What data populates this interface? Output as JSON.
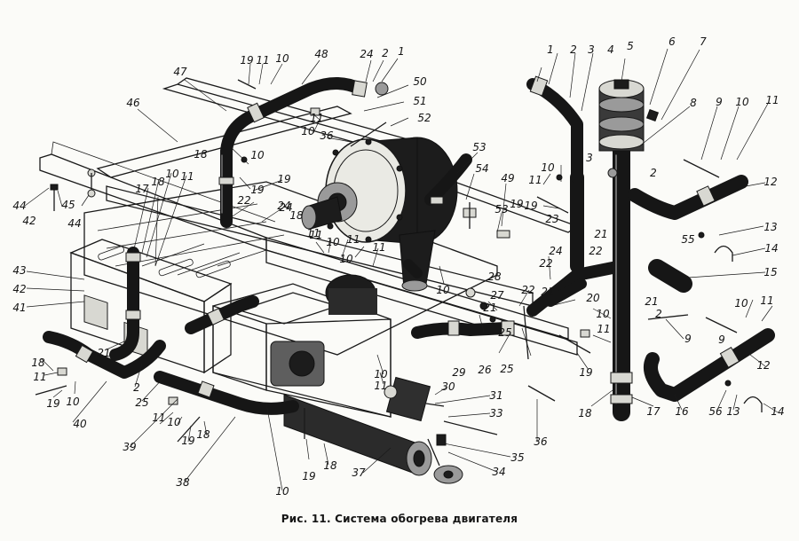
{
  "figure": {
    "caption": "Рис. 11. Система обогрева двигателя"
  },
  "callouts": [
    {
      "id": "c-1-a",
      "text": "1"
    },
    {
      "id": "c-2-a",
      "text": "2"
    },
    {
      "id": "c-24-a",
      "text": "24"
    },
    {
      "id": "c-48",
      "text": "48"
    },
    {
      "id": "c-19-a",
      "text": "19"
    },
    {
      "id": "c-11-a",
      "text": "11"
    },
    {
      "id": "c-10-a",
      "text": "10"
    },
    {
      "id": "c-47",
      "text": "47"
    },
    {
      "id": "c-50",
      "text": "50"
    },
    {
      "id": "c-51",
      "text": "51"
    },
    {
      "id": "c-52",
      "text": "52"
    },
    {
      "id": "c-46",
      "text": "46"
    },
    {
      "id": "c-11-b",
      "text": "11"
    },
    {
      "id": "c-10-b",
      "text": "10"
    },
    {
      "id": "c-36-a",
      "text": "36"
    },
    {
      "id": "c-53-a",
      "text": "53"
    },
    {
      "id": "c-54",
      "text": "54"
    },
    {
      "id": "c-49",
      "text": "49"
    },
    {
      "id": "c-53-b",
      "text": "53"
    },
    {
      "id": "c-18-a",
      "text": "18"
    },
    {
      "id": "c-10-c",
      "text": "10"
    },
    {
      "id": "c-19-b",
      "text": "19"
    },
    {
      "id": "c-17-a",
      "text": "17"
    },
    {
      "id": "c-18-b",
      "text": "18"
    },
    {
      "id": "c-10-d",
      "text": "10"
    },
    {
      "id": "c-11-c",
      "text": "11"
    },
    {
      "id": "c-19-c",
      "text": "19"
    },
    {
      "id": "c-22-a",
      "text": "22"
    },
    {
      "id": "c-24-b",
      "text": "24"
    },
    {
      "id": "c-18-c",
      "text": "18"
    },
    {
      "id": "c-11-d",
      "text": "11"
    },
    {
      "id": "c-10-e",
      "text": "10"
    },
    {
      "id": "c-1-b",
      "text": "1"
    },
    {
      "id": "c-2-b",
      "text": "2"
    },
    {
      "id": "c-3-a",
      "text": "3"
    },
    {
      "id": "c-4",
      "text": "4"
    },
    {
      "id": "c-5",
      "text": "5"
    },
    {
      "id": "c-6",
      "text": "6"
    },
    {
      "id": "c-7",
      "text": "7"
    },
    {
      "id": "c-8",
      "text": "8"
    },
    {
      "id": "c-9-a",
      "text": "9"
    },
    {
      "id": "c-10-f",
      "text": "10"
    },
    {
      "id": "c-11-e",
      "text": "11"
    },
    {
      "id": "c-12-a",
      "text": "12"
    },
    {
      "id": "c-3-b",
      "text": "3"
    },
    {
      "id": "c-2-c",
      "text": "2"
    },
    {
      "id": "c-11-f",
      "text": "11"
    },
    {
      "id": "c-10-g",
      "text": "10"
    },
    {
      "id": "c-19-d",
      "text": "19"
    },
    {
      "id": "c-23",
      "text": "23"
    },
    {
      "id": "c-21-a",
      "text": "21"
    },
    {
      "id": "c-22-b",
      "text": "22"
    },
    {
      "id": "c-55",
      "text": "55"
    },
    {
      "id": "c-13-a",
      "text": "13"
    },
    {
      "id": "c-14-a",
      "text": "14"
    },
    {
      "id": "c-15",
      "text": "15"
    },
    {
      "id": "c-44-a",
      "text": "44"
    },
    {
      "id": "c-45",
      "text": "45"
    },
    {
      "id": "c-42-a",
      "text": "42"
    },
    {
      "id": "c-44-b",
      "text": "44"
    },
    {
      "id": "c-43",
      "text": "43"
    },
    {
      "id": "c-42-b",
      "text": "42"
    },
    {
      "id": "c-41",
      "text": "41"
    },
    {
      "id": "c-11-g",
      "text": "11"
    },
    {
      "id": "c-10-h",
      "text": "10"
    },
    {
      "id": "c-28",
      "text": "28"
    },
    {
      "id": "c-27",
      "text": "27"
    },
    {
      "id": "c-21-b",
      "text": "21"
    },
    {
      "id": "c-22-c",
      "text": "22"
    },
    {
      "id": "c-24-c",
      "text": "24"
    },
    {
      "id": "c-20",
      "text": "20"
    },
    {
      "id": "c-10-i",
      "text": "10"
    },
    {
      "id": "c-11-h",
      "text": "11"
    },
    {
      "id": "c-9-b",
      "text": "9"
    },
    {
      "id": "c-10-j",
      "text": "10"
    },
    {
      "id": "c-11-i",
      "text": "11"
    },
    {
      "id": "c-12-b",
      "text": "12"
    },
    {
      "id": "c-21-c",
      "text": "21"
    },
    {
      "id": "c-2-d",
      "text": "2"
    },
    {
      "id": "c-25-a",
      "text": "25"
    },
    {
      "id": "c-26",
      "text": "26"
    },
    {
      "id": "c-25-b",
      "text": "25"
    },
    {
      "id": "c-29",
      "text": "29"
    },
    {
      "id": "c-10-k",
      "text": "10"
    },
    {
      "id": "c-11-j",
      "text": "11"
    },
    {
      "id": "c-19-e",
      "text": "19"
    },
    {
      "id": "c-18-d",
      "text": "18"
    },
    {
      "id": "c-17-b",
      "text": "17"
    },
    {
      "id": "c-16",
      "text": "16"
    },
    {
      "id": "c-56",
      "text": "56"
    },
    {
      "id": "c-13-b",
      "text": "13"
    },
    {
      "id": "c-14-b",
      "text": "14"
    },
    {
      "id": "c-18-e",
      "text": "18"
    },
    {
      "id": "c-11-k",
      "text": "11"
    },
    {
      "id": "c-19-f",
      "text": "19"
    },
    {
      "id": "c-10-l",
      "text": "10"
    },
    {
      "id": "c-40",
      "text": "40"
    },
    {
      "id": "c-21-d",
      "text": "21"
    },
    {
      "id": "c-2-e",
      "text": "2"
    },
    {
      "id": "c-25-c",
      "text": "25"
    },
    {
      "id": "c-39",
      "text": "39"
    },
    {
      "id": "c-11-l",
      "text": "11"
    },
    {
      "id": "c-10-m",
      "text": "10"
    },
    {
      "id": "c-19-g",
      "text": "19"
    },
    {
      "id": "c-18-f",
      "text": "18"
    },
    {
      "id": "c-38",
      "text": "38"
    },
    {
      "id": "c-10-n",
      "text": "10"
    },
    {
      "id": "c-19-h",
      "text": "19"
    },
    {
      "id": "c-18-g",
      "text": "18"
    },
    {
      "id": "c-37",
      "text": "37"
    },
    {
      "id": "c-30",
      "text": "30"
    },
    {
      "id": "c-31",
      "text": "31"
    },
    {
      "id": "c-33",
      "text": "33"
    },
    {
      "id": "c-35",
      "text": "35"
    },
    {
      "id": "c-34",
      "text": "34"
    },
    {
      "id": "c-36-b",
      "text": "36"
    },
    {
      "id": "c-11-m",
      "text": "11"
    },
    {
      "id": "c-10-o",
      "text": "10"
    },
    {
      "id": "c-24-d",
      "text": "24"
    },
    {
      "id": "c-19-i",
      "text": "19"
    },
    {
      "id": "c-11-n",
      "text": "11"
    },
    {
      "id": "c-21-e",
      "text": "21"
    },
    {
      "id": "c-22-d",
      "text": "22"
    },
    {
      "id": "c-9-c",
      "text": "9"
    }
  ]
}
